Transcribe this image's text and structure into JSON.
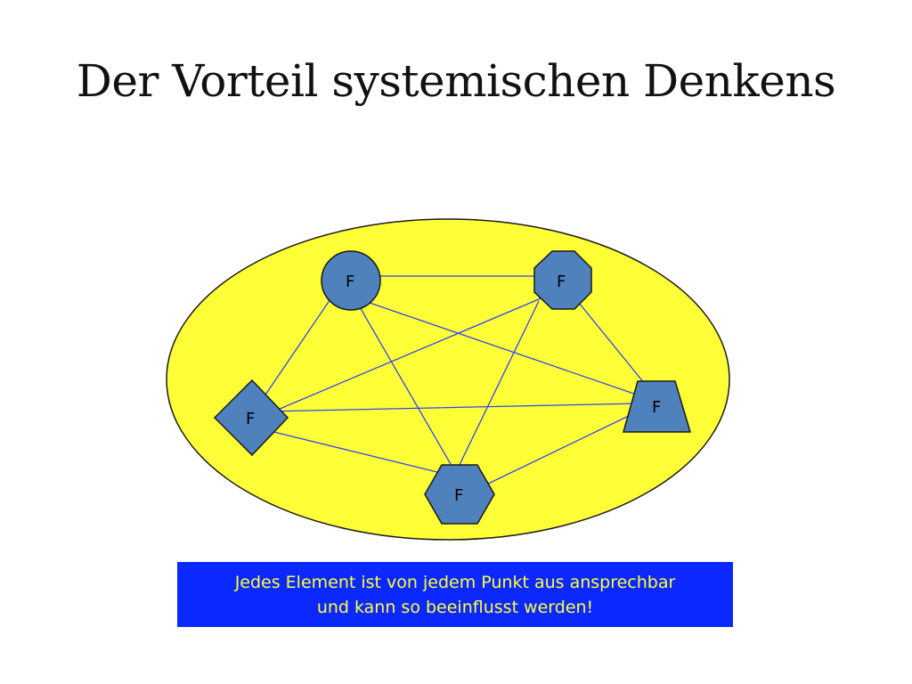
{
  "title": "Der Vorteil systemischen Denkens",
  "diagram": {
    "nodes": [
      {
        "id": "circle",
        "shape": "circle",
        "label": "F"
      },
      {
        "id": "octagon",
        "shape": "octagon",
        "label": "F"
      },
      {
        "id": "diamond",
        "shape": "diamond",
        "label": "F"
      },
      {
        "id": "trapezoid",
        "shape": "trapezoid",
        "label": "F"
      },
      {
        "id": "hexagon",
        "shape": "hexagon",
        "label": "F"
      }
    ],
    "colors": {
      "system_fill": "#ffff38",
      "node_fill": "#4f81bd",
      "connector": "#3344ee",
      "outline": "#1a1a1a"
    }
  },
  "callout": {
    "line1": "Jedes Element ist von jedem Punkt aus ansprechbar",
    "line2": "und kann so beeinflusst werden!"
  }
}
